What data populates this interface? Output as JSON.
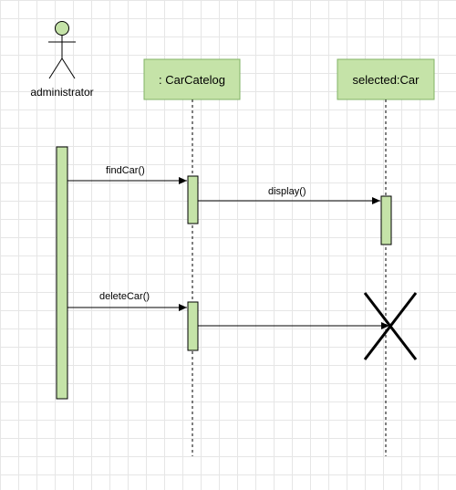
{
  "actor": {
    "name": "administrator"
  },
  "lifelines": [
    {
      "label": ": CarCatelog"
    },
    {
      "label": "selected:Car"
    }
  ],
  "messages": [
    {
      "label": "findCar()"
    },
    {
      "label": "display()"
    },
    {
      "label": "deleteCar()"
    },
    {
      "label": ""
    }
  ],
  "colors": {
    "participant_fill": "#c5e3a8",
    "participant_border": "#82b366",
    "activation_fill": "#c5e3a8",
    "stroke": "#000000",
    "grid": "#e6e6e6"
  },
  "icons": {
    "actor": "stick-figure-icon",
    "destroy": "destroy-x-icon"
  }
}
